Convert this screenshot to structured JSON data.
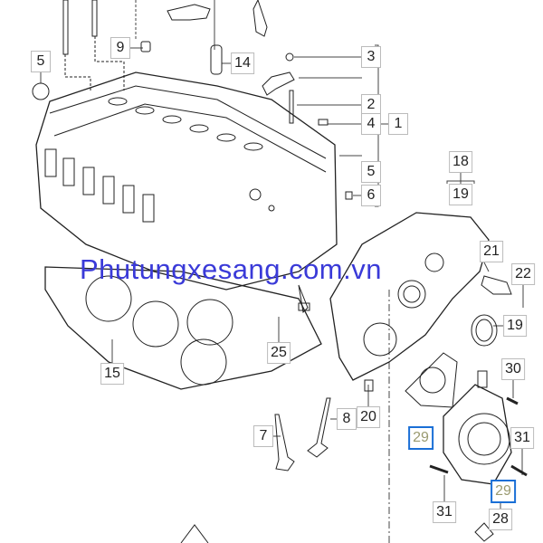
{
  "watermark": "Phutungxesang.com.vn",
  "callouts": [
    {
      "id": "c5a",
      "text": "5"
    },
    {
      "id": "c9",
      "text": "9"
    },
    {
      "id": "c14",
      "text": "14"
    },
    {
      "id": "c3",
      "text": "3"
    },
    {
      "id": "c2",
      "text": "2"
    },
    {
      "id": "c4",
      "text": "4"
    },
    {
      "id": "c1",
      "text": "1"
    },
    {
      "id": "c5b",
      "text": "5"
    },
    {
      "id": "c6",
      "text": "6"
    },
    {
      "id": "c18",
      "text": "18"
    },
    {
      "id": "c19a",
      "text": "19"
    },
    {
      "id": "c21",
      "text": "21"
    },
    {
      "id": "c22",
      "text": "22"
    },
    {
      "id": "c19b",
      "text": "19"
    },
    {
      "id": "c30",
      "text": "30"
    },
    {
      "id": "c31a",
      "text": "31"
    },
    {
      "id": "c29a",
      "text": "29"
    },
    {
      "id": "c29b",
      "text": "29"
    },
    {
      "id": "c31b",
      "text": "31"
    },
    {
      "id": "c28",
      "text": "28"
    },
    {
      "id": "c25",
      "text": "25"
    },
    {
      "id": "c20",
      "text": "20"
    },
    {
      "id": "c7",
      "text": "7"
    },
    {
      "id": "c8",
      "text": "8"
    },
    {
      "id": "c15",
      "text": "15"
    }
  ]
}
